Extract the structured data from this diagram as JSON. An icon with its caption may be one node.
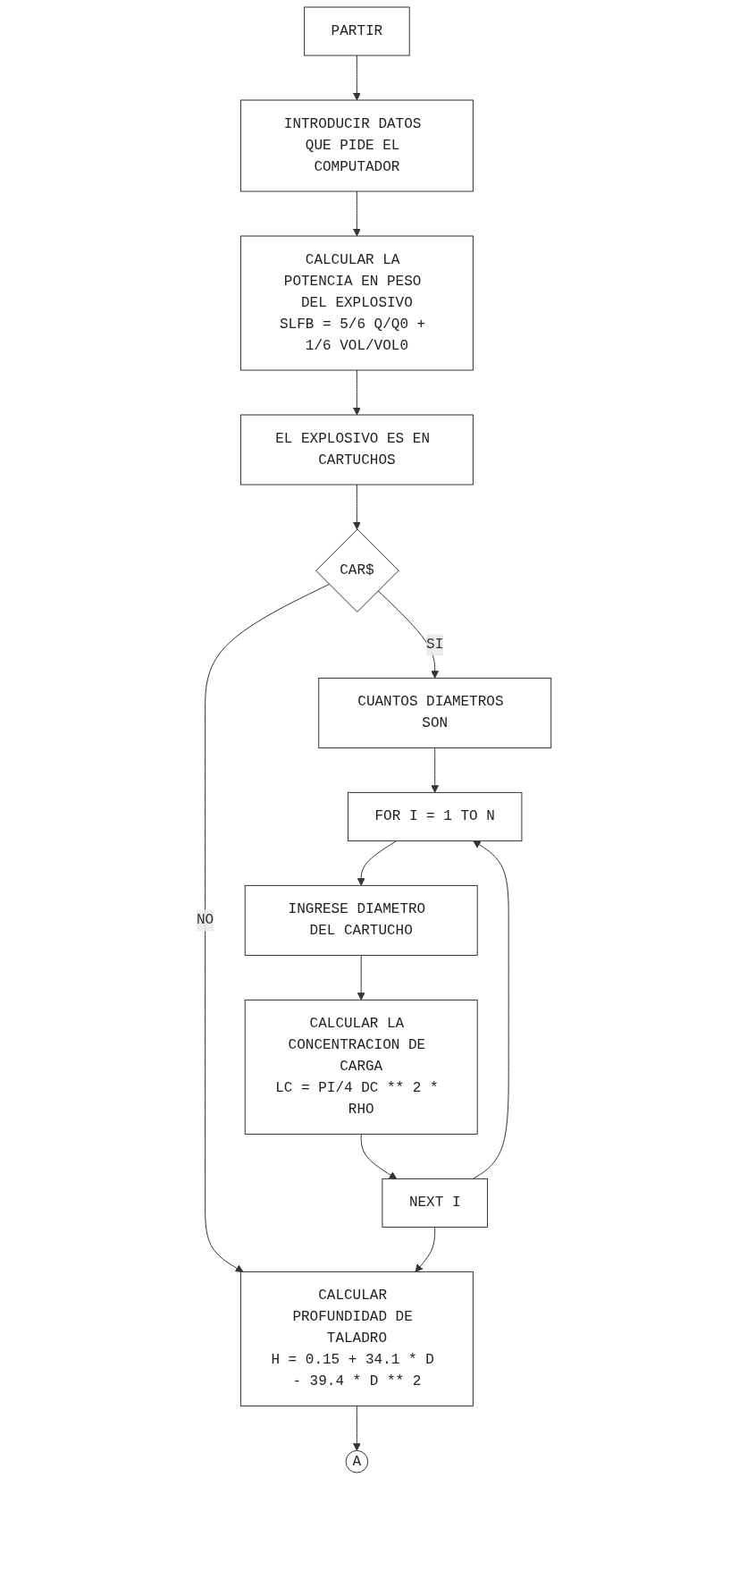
{
  "diagram": {
    "nodes": [
      {
        "text": [
          "PARTIR"
        ]
      },
      {
        "text": [
          "INTRODUCIR DATOS QUE PIDE EL COMPUTADOR"
        ]
      },
      {
        "text": [
          "CALCULAR LA POTENCIA EN PESO DEL EXPLOSIVO",
          "SLFB = 5/6 Q/Q0 + 1/6 VOL/VOL0"
        ]
      },
      {
        "text": [
          "EL EXPLOSIVO ES EN CARTUCHOS"
        ]
      },
      {
        "text": [
          "CAR$"
        ]
      },
      {
        "text": [
          "CUANTOS DIAMETROS SON"
        ]
      },
      {
        "text": [
          "FOR I = 1 TO N"
        ]
      },
      {
        "text": [
          "INGRESE DIAMETRO DEL CARTUCHO"
        ]
      },
      {
        "text": [
          "CALCULAR LA CONCENTRACION DE CARGA",
          "LC = PI/4 DC ** 2 * RHO"
        ]
      },
      {
        "text": [
          "NEXT I"
        ]
      },
      {
        "text": [
          "CALCULAR PROFUNDIDAD DE TALADRO",
          "H = 0.15 + 34.1 * D - 39.4 * D ** 2"
        ]
      },
      {
        "text": [
          "A"
        ]
      }
    ],
    "edges": [
      {
        "from": 0,
        "to": 1,
        "arrow": "to"
      },
      {
        "from": 1,
        "to": 2,
        "arrow": "to"
      },
      {
        "from": 2,
        "to": 3,
        "arrow": "to"
      },
      {
        "from": 3,
        "to": 4,
        "arrow": "to"
      },
      {
        "from": 4,
        "to": 5,
        "label": "SI",
        "arrow": "to"
      },
      {
        "from": 4,
        "to": 10,
        "label": "NO",
        "arrow": "to"
      },
      {
        "from": 5,
        "to": 6,
        "arrow": "to"
      },
      {
        "from": 6,
        "to": 7,
        "arrow": "to"
      },
      {
        "from": 7,
        "to": 8,
        "arrow": "to"
      },
      {
        "from": 8,
        "to": 9,
        "arrow": "to"
      },
      {
        "from": 9,
        "to": 6,
        "arrow": "to"
      },
      {
        "from": 9,
        "to": 10,
        "arrow": "to"
      },
      {
        "from": 10,
        "to": 11,
        "arrow": "to"
      }
    ]
  }
}
